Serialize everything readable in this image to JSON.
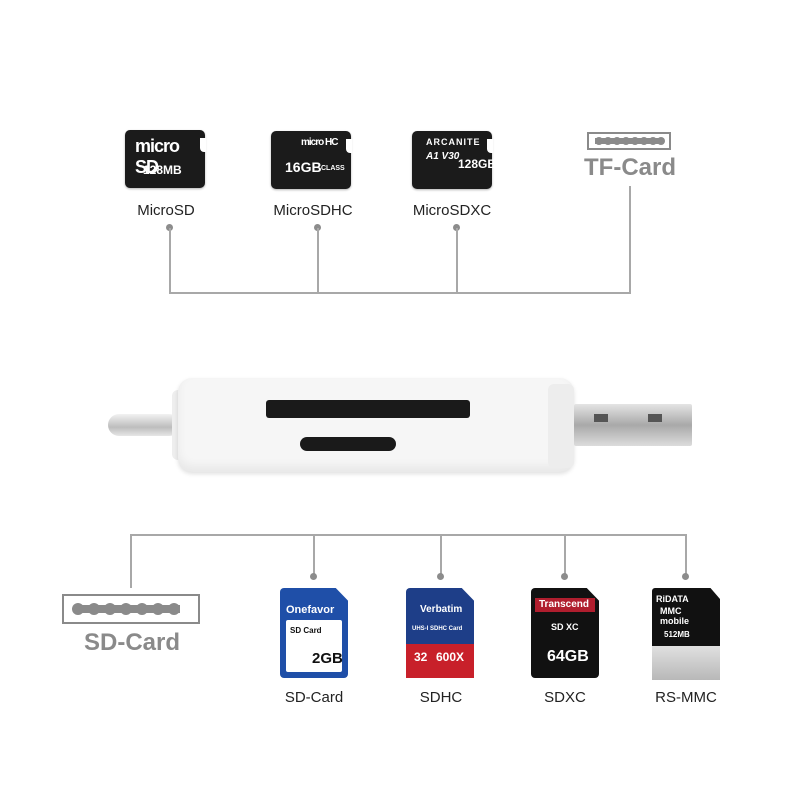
{
  "tf_group": {
    "title": "TF-Card",
    "cards": [
      {
        "label": "MicroSD",
        "line1": "micro SD",
        "line2": "128MB"
      },
      {
        "label": "MicroSDHC",
        "line1": "micro HC",
        "line2": "16GB",
        "line3": "CLASS"
      },
      {
        "label": "MicroSDXC",
        "line1": "ARCANITE",
        "line2": "A1 V30",
        "line3": "128GB"
      }
    ]
  },
  "sd_group": {
    "title": "SD-Card",
    "cards": [
      {
        "label": "SD-Card",
        "brand": "Onefavor",
        "type": "SD Card",
        "capacity": "2GB",
        "color": "#1f4fa8"
      },
      {
        "label": "SDHC",
        "brand": "Verbatim",
        "type": "UHS-I SDHC Card",
        "capacity": "32",
        "speed": "600X",
        "color": "#1e3e88"
      },
      {
        "label": "SDXC",
        "brand": "Transcend",
        "type": "SD XC",
        "capacity": "64GB",
        "color": "#111111"
      },
      {
        "label": "RS-MMC",
        "brand": "RiDATA",
        "type": "MMC mobile",
        "capacity": "512MB",
        "color": "#111111"
      }
    ]
  },
  "colors": {
    "line": "#a8a8a8",
    "title": "#8a8a8a",
    "dot": "#8c8c8c"
  }
}
